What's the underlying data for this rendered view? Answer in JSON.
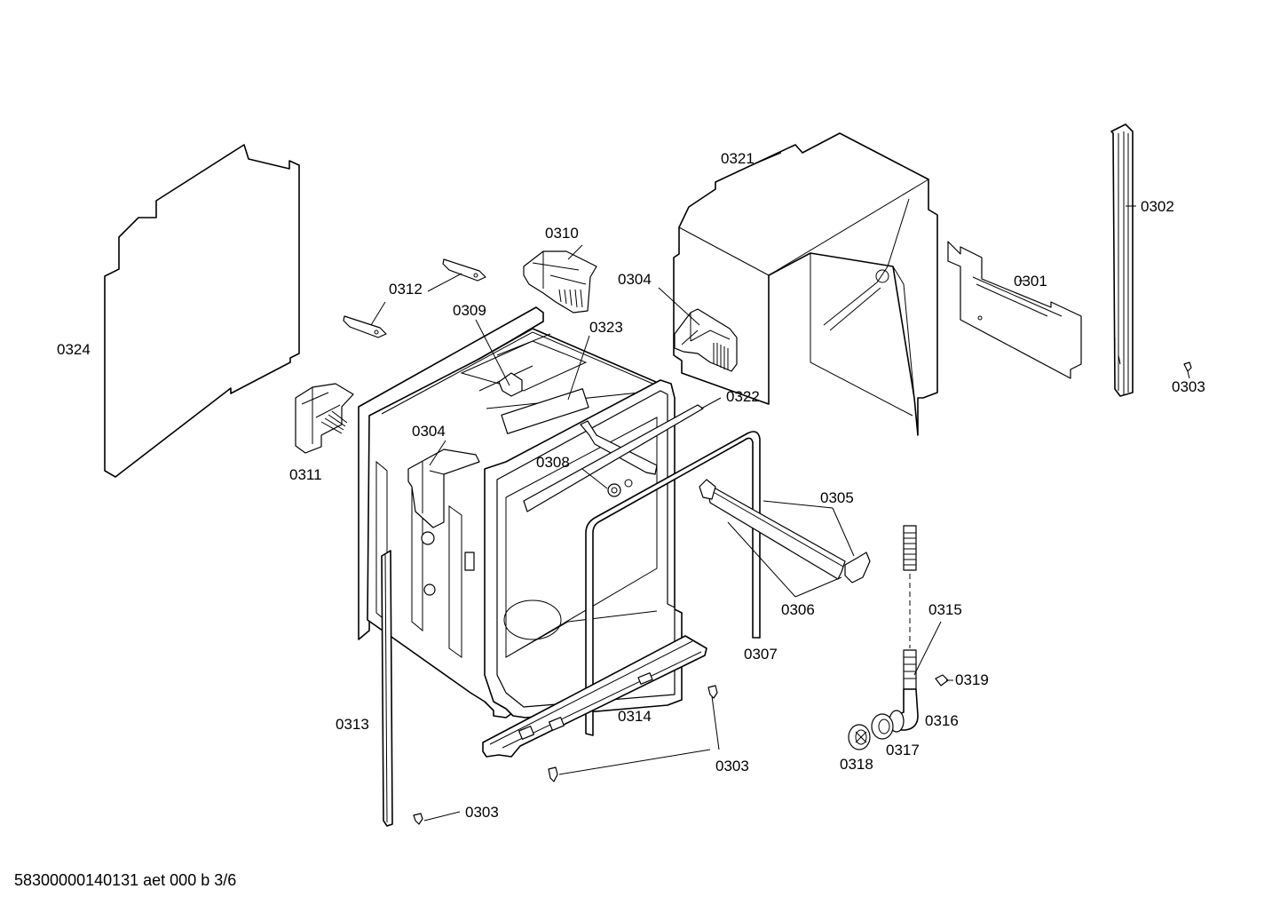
{
  "labels": {
    "p0301": "0301",
    "p0302": "0302",
    "p0303": "0303",
    "p0304": "0304",
    "p0305": "0305",
    "p0306": "0306",
    "p0307": "0307",
    "p0308": "0308",
    "p0309": "0309",
    "p0310": "0310",
    "p0311": "0311",
    "p0312": "0312",
    "p0313": "0313",
    "p0314": "0314",
    "p0315": "0315",
    "p0316": "0316",
    "p0317": "0317",
    "p0318": "0318",
    "p0319": "0319",
    "p0321": "0321",
    "p0322": "0322",
    "p0323": "0323",
    "p0324": "0324"
  },
  "footer": "58300000140131 aet 000 b 3/6"
}
